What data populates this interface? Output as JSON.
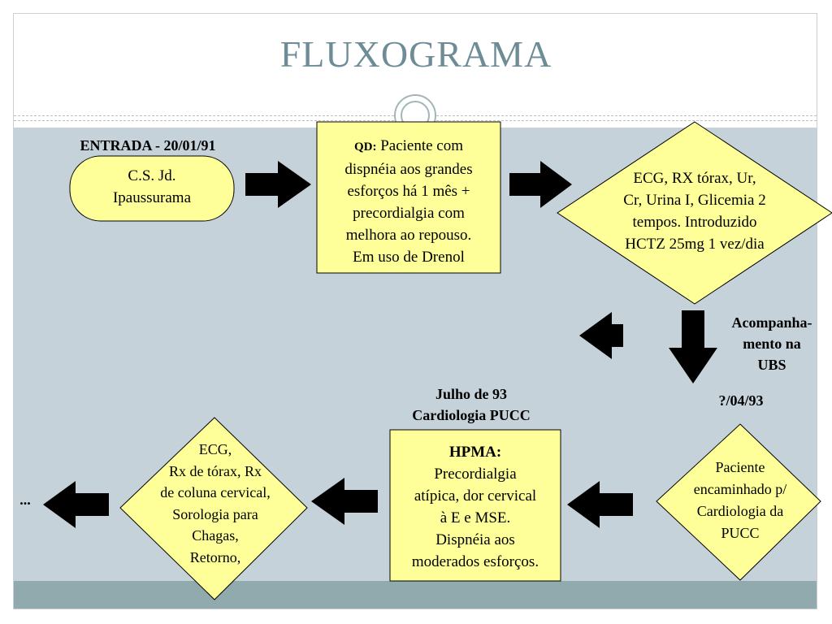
{
  "slide": {
    "title": "FLUXOGRAMA"
  },
  "flow": {
    "entrada_label": "ENTRADA - 20/01/91",
    "start_box": [
      "C.S. Jd.",
      "Ipaussurama"
    ],
    "qd_box": {
      "label": "QD:",
      "lines": [
        "Paciente com",
        "dispnéia aos grandes",
        "esforços há 1 mês +",
        "precordialgia com",
        "melhora ao repouso.",
        "Em uso de Drenol"
      ]
    },
    "exams_diamond": [
      "ECG, RX tórax, Ur,",
      "Cr, Urina I, Glicemia 2",
      "tempos. Introduzido",
      "HCTZ  25mg 1 vez/dia"
    ],
    "followup_label": [
      "Acompanha-",
      "mento na",
      "UBS"
    ],
    "date_label": "?/04/93",
    "referral_diamond": [
      "Paciente",
      "encaminhado p/",
      "Cardiologia da",
      "PUCC"
    ],
    "hpma_header": [
      "Julho de 93",
      "Cardiologia PUCC"
    ],
    "hpma_box": {
      "label": "HPMA:",
      "lines": [
        "Precordialgia",
        "atípica, dor cervical",
        "à E e MSE.",
        "Dispnéia aos",
        "moderados esforços."
      ]
    },
    "final_diamond": [
      "ECG,",
      "Rx de tórax, Rx",
      "de coluna cervical,",
      "Sorologia para",
      "Chagas,",
      "Retorno,"
    ],
    "ellipsis": "..."
  },
  "colors": {
    "title": "#6e8c96",
    "content_background": "#c6d2da",
    "footer_band": "#91aaae",
    "box_fill": "#ffff99",
    "arrow": "#000000"
  }
}
